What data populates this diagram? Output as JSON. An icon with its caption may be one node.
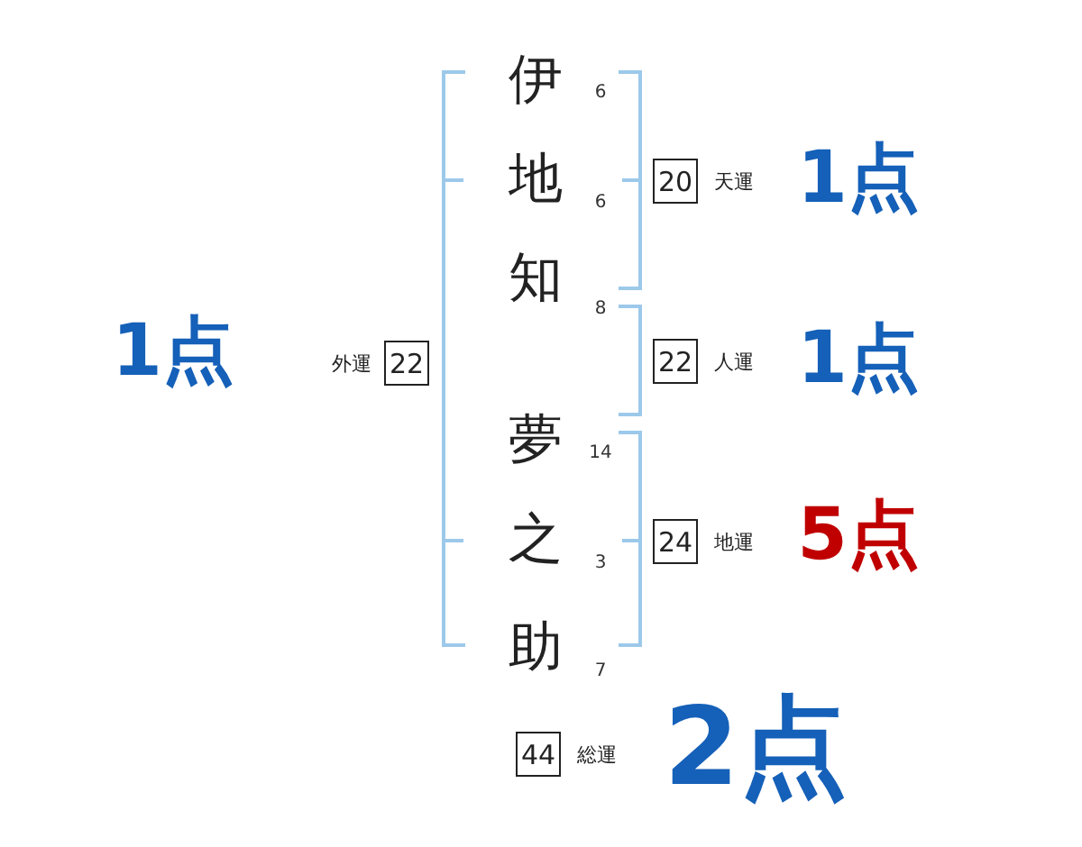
{
  "diagram": {
    "nodes": [
      {
        "text": [
          "20"
        ],
        "beside": [
          "天運"
        ]
      },
      {
        "text": [
          "22"
        ],
        "beside": [
          "外運"
        ]
      },
      {
        "text": [
          "22"
        ],
        "beside": [
          "人運"
        ]
      },
      {
        "text": [
          "24"
        ],
        "beside": [
          "地運"
        ]
      },
      {
        "text": [
          "44"
        ],
        "beside": [
          "総運"
        ]
      }
    ],
    "labels": [
      "伊",
      "6",
      "地",
      "6",
      "知",
      "8",
      "夢",
      "14",
      "之",
      "3",
      "助",
      "7",
      "1点",
      "1点",
      "1点",
      "5点",
      "2点"
    ]
  }
}
